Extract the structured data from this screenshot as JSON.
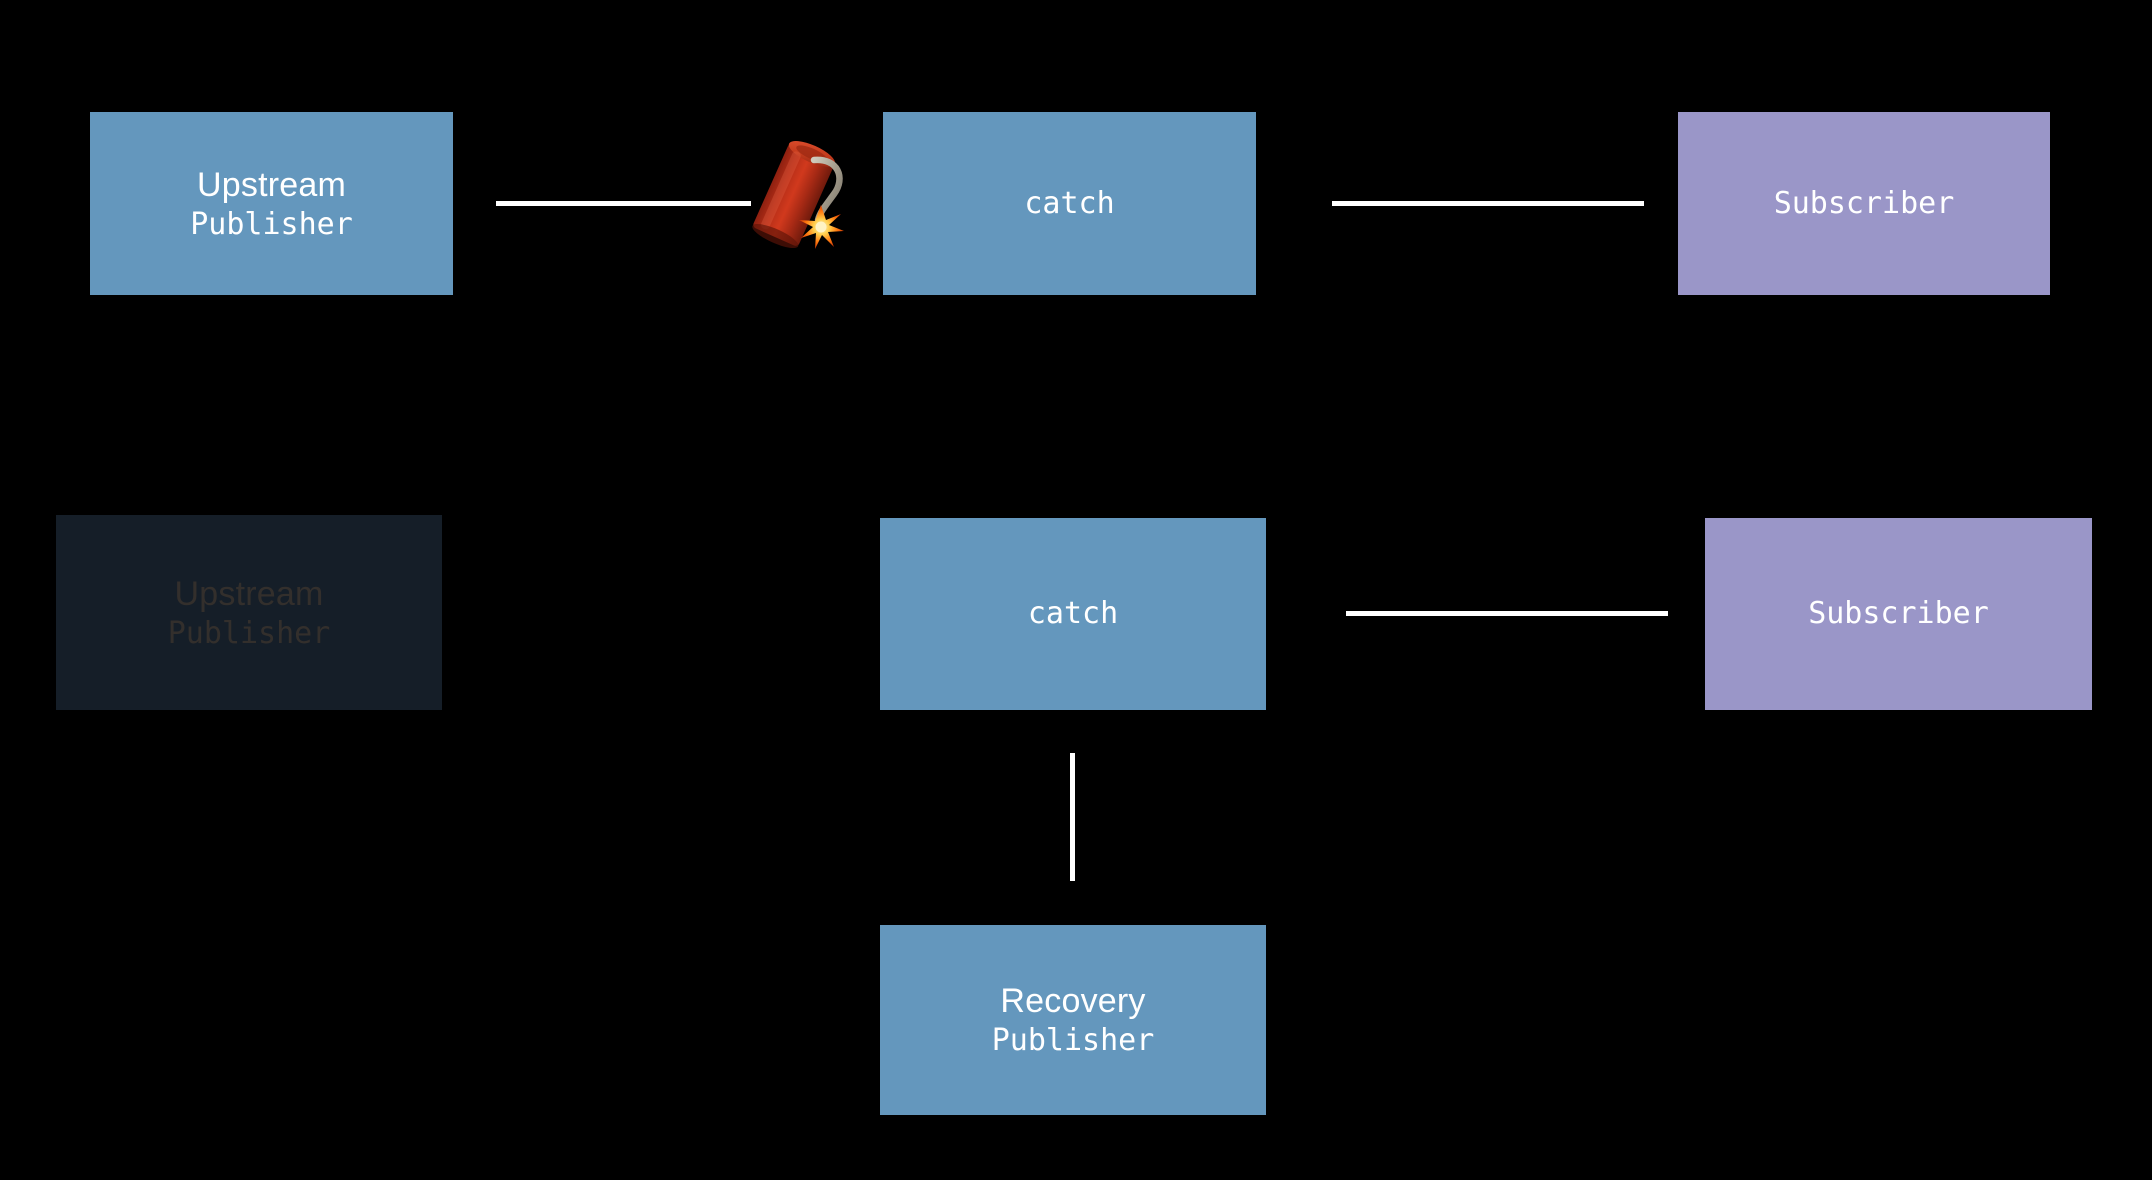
{
  "diagram": {
    "background_color": "#000000",
    "palette": {
      "operator_blue": "#6497bd",
      "subscriber_purple": "#9a96c8",
      "dimmed_blue": "#151e28",
      "dimmed_text": "#332f2c",
      "edge_white": "#ffffff",
      "dynamite_red": "#c0392b",
      "spark_orange": "#ff8c1a"
    },
    "rows": [
      {
        "id": "row-failure",
        "nodes": [
          {
            "key": "upstream-publisher",
            "title": "Upstream",
            "subtitle": "Publisher",
            "style": "blue"
          },
          {
            "key": "catch-operator",
            "title": "catch",
            "subtitle": "",
            "style": "blue"
          },
          {
            "key": "subscriber",
            "title": "Subscriber",
            "subtitle": "",
            "style": "purple"
          }
        ],
        "icon": "dynamite-icon"
      },
      {
        "id": "row-recovery",
        "nodes": [
          {
            "key": "upstream-publisher-dimmed",
            "title": "Upstream",
            "subtitle": "Publisher",
            "style": "dimmed"
          },
          {
            "key": "catch-operator",
            "title": "catch",
            "subtitle": "",
            "style": "blue"
          },
          {
            "key": "subscriber",
            "title": "Subscriber",
            "subtitle": "",
            "style": "purple"
          },
          {
            "key": "recovery-publisher",
            "title": "Recovery",
            "subtitle": "Publisher",
            "style": "blue"
          }
        ]
      }
    ]
  }
}
